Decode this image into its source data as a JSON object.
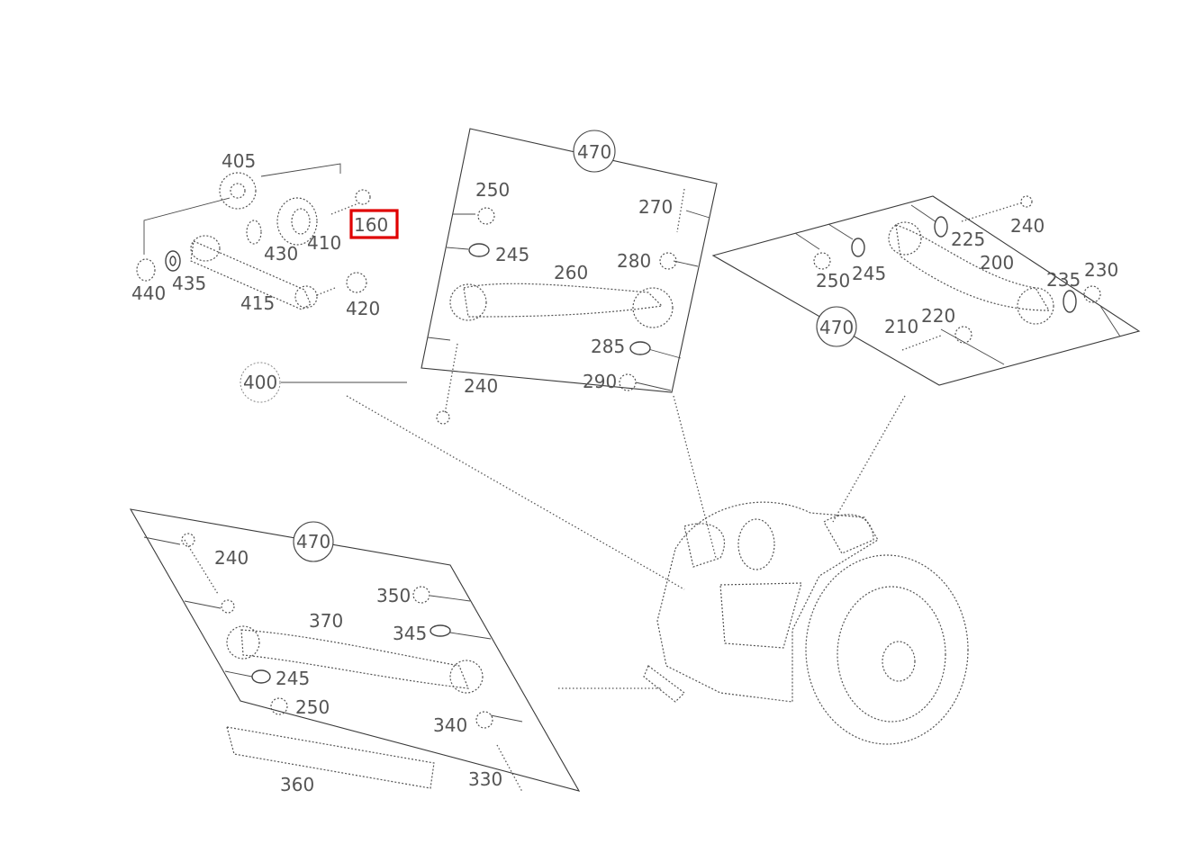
{
  "highlight_color": "#e00000",
  "callouts": {
    "c405": "405",
    "c160": "160",
    "c410": "410",
    "c430": "430",
    "c440": "440",
    "c435": "435",
    "c415": "415",
    "c420": "420",
    "c400": "400",
    "g1_470": "470",
    "g1_250": "250",
    "g1_270": "270",
    "g1_245": "245",
    "g1_280": "280",
    "g1_260": "260",
    "g1_285": "285",
    "g1_290": "290",
    "g1_240": "240",
    "g2_470": "470",
    "g2_240": "240",
    "g2_225": "225",
    "g2_250": "250",
    "g2_245": "245",
    "g2_200": "200",
    "g2_235": "235",
    "g2_230": "230",
    "g2_210": "210",
    "g2_220": "220",
    "g3_470": "470",
    "g3_240": "240",
    "g3_350": "350",
    "g3_370": "370",
    "g3_345": "345",
    "g3_245": "245",
    "g3_250": "250",
    "g3_340": "340",
    "g3_330": "330",
    "g3_360": "360"
  }
}
